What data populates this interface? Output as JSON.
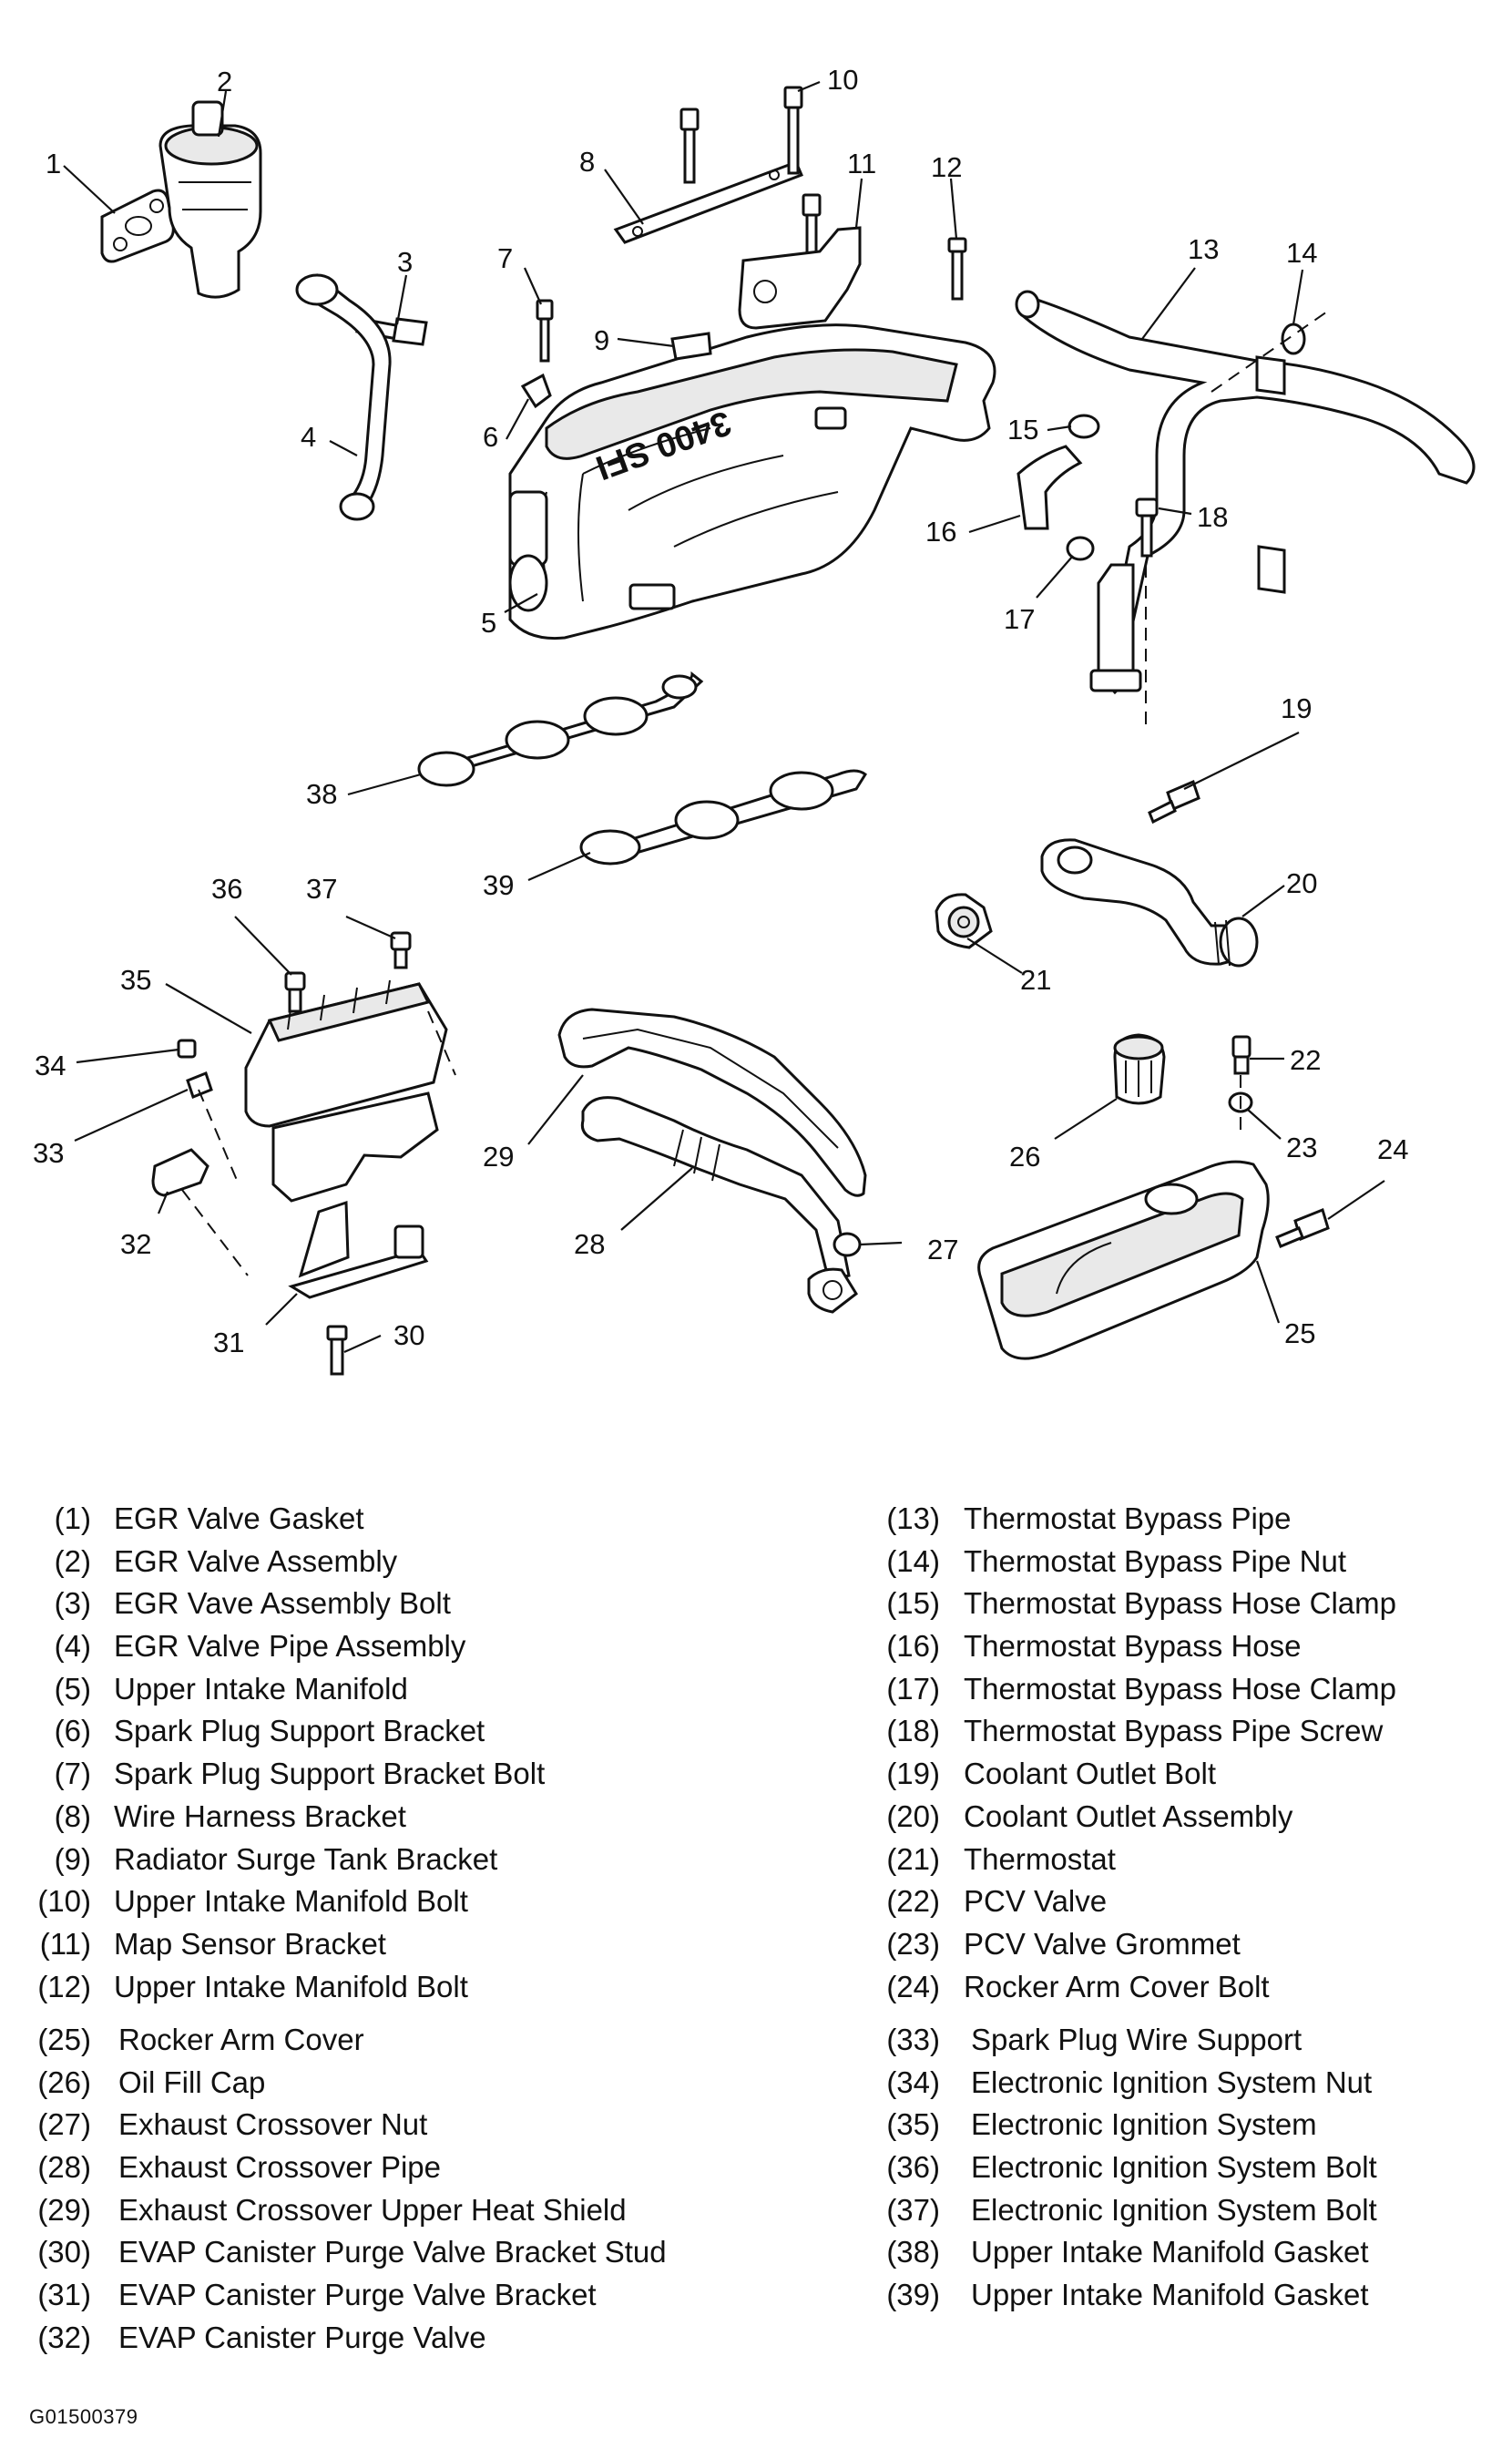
{
  "callouts": [
    "1",
    "2",
    "3",
    "4",
    "5",
    "6",
    "7",
    "8",
    "9",
    "10",
    "11",
    "12",
    "13",
    "14",
    "15",
    "16",
    "17",
    "18",
    "19",
    "20",
    "21",
    "22",
    "23",
    "24",
    "25",
    "26",
    "27",
    "28",
    "29",
    "30",
    "31",
    "32",
    "33",
    "34",
    "35",
    "36",
    "37",
    "38",
    "39"
  ],
  "manifold_marking": "3400 SFI",
  "legend": {
    "left_a": [
      {
        "num": "(1)",
        "name": "EGR Valve Gasket"
      },
      {
        "num": "(2)",
        "name": "EGR Valve Assembly"
      },
      {
        "num": "(3)",
        "name": "EGR Vave Assembly Bolt"
      },
      {
        "num": "(4)",
        "name": "EGR Valve Pipe Assembly"
      },
      {
        "num": "(5)",
        "name": "Upper Intake Manifold"
      },
      {
        "num": "(6)",
        "name": "Spark Plug Support Bracket"
      },
      {
        "num": "(7)",
        "name": "Spark Plug Support Bracket Bolt"
      },
      {
        "num": "(8)",
        "name": "Wire Harness Bracket"
      },
      {
        "num": "(9)",
        "name": "Radiator Surge Tank Bracket"
      },
      {
        "num": "(10)",
        "name": "Upper Intake Manifold Bolt"
      },
      {
        "num": "(11)",
        "name": "Map Sensor Bracket"
      },
      {
        "num": "(12)",
        "name": "Upper Intake Manifold Bolt"
      }
    ],
    "left_b": [
      {
        "num": "(25)",
        "name": "Rocker Arm Cover"
      },
      {
        "num": "(26)",
        "name": "Oil Fill Cap"
      },
      {
        "num": "(27)",
        "name": "Exhaust Crossover Nut"
      },
      {
        "num": "(28)",
        "name": "Exhaust Crossover Pipe"
      },
      {
        "num": "(29)",
        "name": "Exhaust Crossover Upper Heat Shield"
      },
      {
        "num": "(30)",
        "name": "EVAP Canister Purge Valve Bracket Stud"
      },
      {
        "num": "(31)",
        "name": "EVAP Canister Purge Valve Bracket"
      },
      {
        "num": "(32)",
        "name": "EVAP Canister Purge Valve"
      }
    ],
    "right_a": [
      {
        "num": "(13)",
        "name": "Thermostat Bypass Pipe"
      },
      {
        "num": "(14)",
        "name": "Thermostat Bypass Pipe Nut"
      },
      {
        "num": "(15)",
        "name": "Thermostat Bypass Hose Clamp"
      },
      {
        "num": "(16)",
        "name": "Thermostat Bypass Hose"
      },
      {
        "num": "(17)",
        "name": "Thermostat Bypass Hose Clamp"
      },
      {
        "num": "(18)",
        "name": "Thermostat Bypass Pipe Screw"
      },
      {
        "num": "(19)",
        "name": "Coolant Outlet Bolt"
      },
      {
        "num": "(20)",
        "name": "Coolant Outlet Assembly"
      },
      {
        "num": "(21)",
        "name": "Thermostat"
      },
      {
        "num": "(22)",
        "name": "PCV Valve"
      },
      {
        "num": "(23)",
        "name": "PCV Valve Grommet"
      },
      {
        "num": "(24)",
        "name": "Rocker Arm Cover Bolt"
      }
    ],
    "right_b": [
      {
        "num": "(33)",
        "name": "Spark Plug Wire Support"
      },
      {
        "num": "(34)",
        "name": "Electronic Ignition System Nut"
      },
      {
        "num": "(35)",
        "name": "Electronic Ignition System"
      },
      {
        "num": "(36)",
        "name": "Electronic Ignition System Bolt"
      },
      {
        "num": "(37)",
        "name": "Electronic Ignition System Bolt"
      },
      {
        "num": "(38)",
        "name": "Upper Intake Manifold Gasket"
      },
      {
        "num": "(39)",
        "name": "Upper Intake Manifold Gasket"
      }
    ]
  },
  "figure_id": "G01500379"
}
